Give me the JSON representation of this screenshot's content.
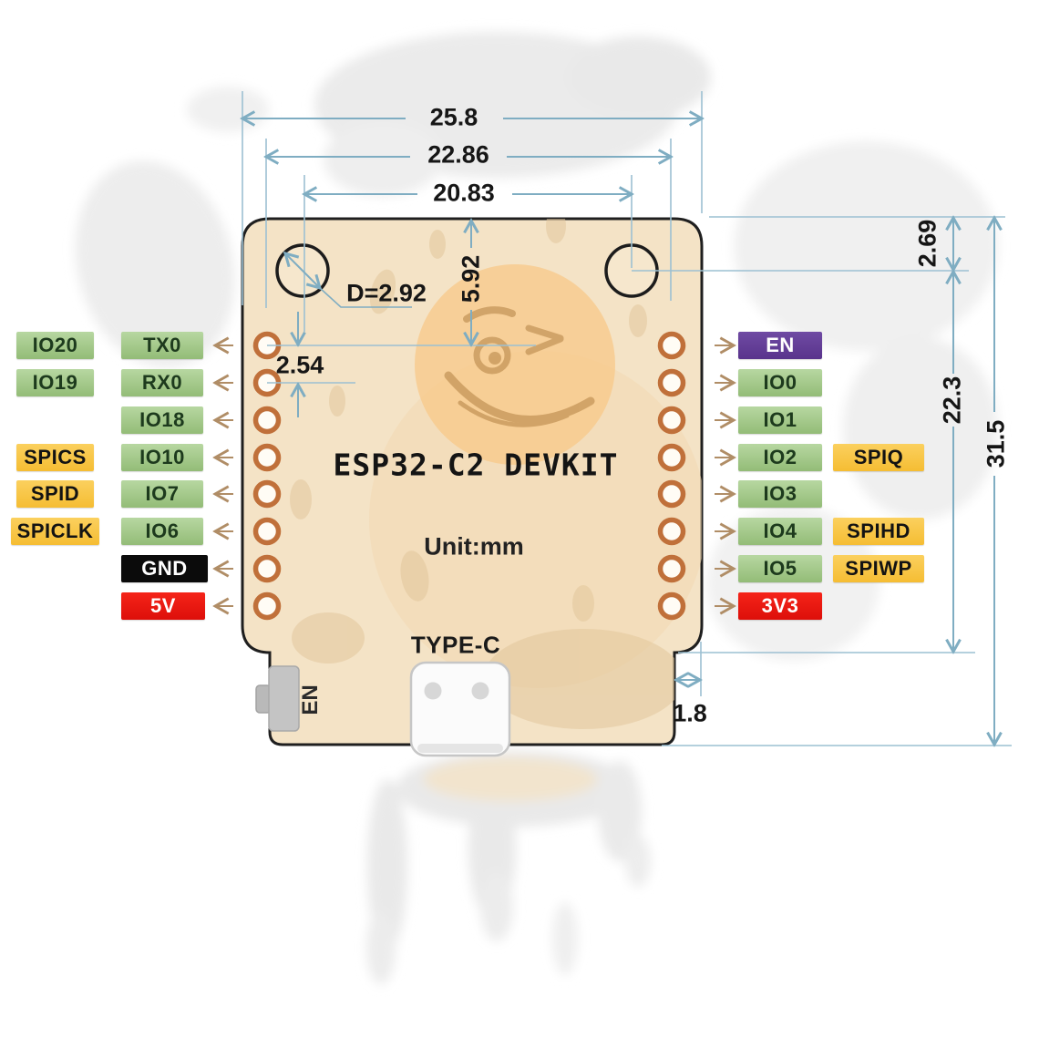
{
  "board": {
    "title": "ESP32-C2 DEVKIT",
    "unit_label": "Unit:mm",
    "usb_label": "TYPE-C",
    "en_button_label": "EN"
  },
  "dimensions": {
    "overall_width": "25.8",
    "pin_row_span": "22.86",
    "mount_hole_span": "20.83",
    "mount_hole_diameter": "D=2.92",
    "top_to_first_pin": "5.92",
    "pin_pitch": "2.54",
    "top_to_hole_center": "2.69",
    "hole_to_body_bottom": "22.3",
    "overall_height": "31.5",
    "bottom_step_width": "1.8"
  },
  "pins": {
    "left_outer": [
      "IO20",
      "IO19",
      "SPICS",
      "SPID",
      "SPICLK"
    ],
    "left_inner": [
      "TX0",
      "RX0",
      "IO18",
      "IO10",
      "IO7",
      "IO6",
      "GND",
      "5V"
    ],
    "right_inner": [
      "EN",
      "IO0",
      "IO1",
      "IO2",
      "IO3",
      "IO4",
      "IO5",
      "3V3"
    ],
    "right_outer": [
      "SPIQ",
      "SPIHD",
      "SPIWP"
    ]
  },
  "colors": {
    "gpio_badge": "#a5cc8e",
    "spi_badge": "#f7c343",
    "power_5v_3v3_badge": "#ec1a17",
    "ground_badge": "#0b0b0b",
    "enable_badge": "#5d3a96",
    "board_fill": "#f4e3c6",
    "pin_ring": "#c0703a",
    "dimension_lines": "#7fadc2",
    "pin_arrows": "#b08d66"
  }
}
